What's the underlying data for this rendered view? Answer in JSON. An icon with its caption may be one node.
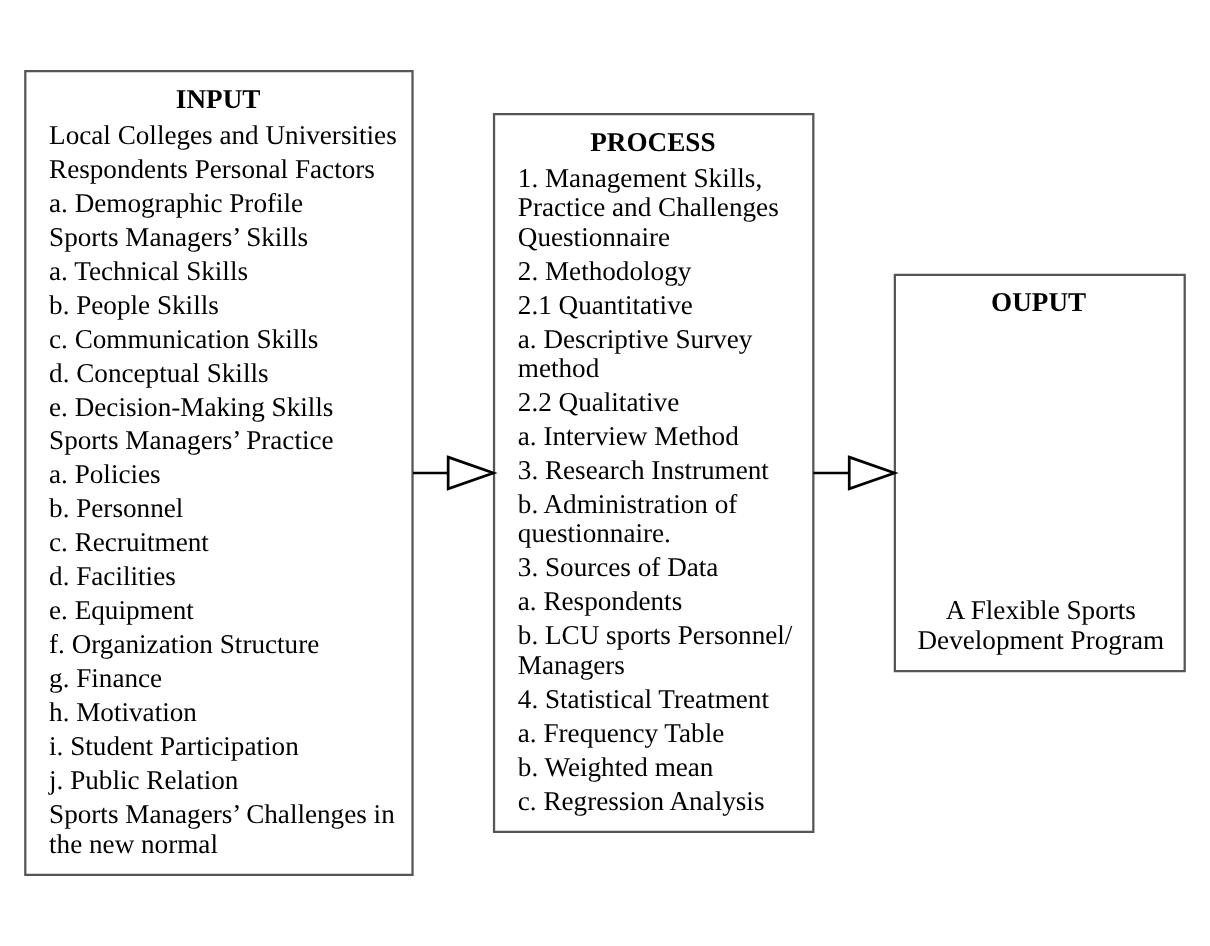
{
  "diagram": {
    "nodes": [
      {
        "text": [
          "INPUT",
          "Local Colleges and Universities",
          "Respondents Personal Factors",
          "a. Demographic Profile",
          "Sports Managers’ Skills",
          "a. Technical Skills",
          "b. People Skills",
          "c. Communication Skills",
          "d. Conceptual Skills",
          "e. Decision-Making Skills",
          "Sports Managers’ Practice",
          "a. Policies",
          "b. Personnel",
          "c. Recruitment",
          "d. Facilities",
          "e. Equipment",
          "f. Organization Structure",
          "g. Finance",
          "h. Motivation",
          "i. Student Participation",
          "j. Public Relation",
          "Sports Managers’ Challenges in the new normal"
        ]
      },
      {
        "text": [
          "PROCESS",
          "1. Management Skills, Practice and Challenges Questionnaire",
          "2. Methodology",
          "2.1 Quantitative",
          "a. Descriptive Survey method",
          "2.2 Qualitative",
          "a. Interview Method",
          "3. Research Instrument",
          "b. Administration of questionnaire.",
          "3. Sources of Data",
          "a. Respondents",
          "b. LCU sports Personnel/ Managers",
          "4. Statistical Treatment",
          "a. Frequency Table",
          "b. Weighted mean",
          "c. Regression Analysis"
        ]
      },
      {
        "text": [
          "OUPUT",
          "A Flexible Sports Development Program"
        ]
      }
    ],
    "edges": [
      {
        "from": 0,
        "to": 1,
        "arrow": "to"
      },
      {
        "from": 1,
        "to": 2,
        "arrow": "to"
      }
    ]
  }
}
